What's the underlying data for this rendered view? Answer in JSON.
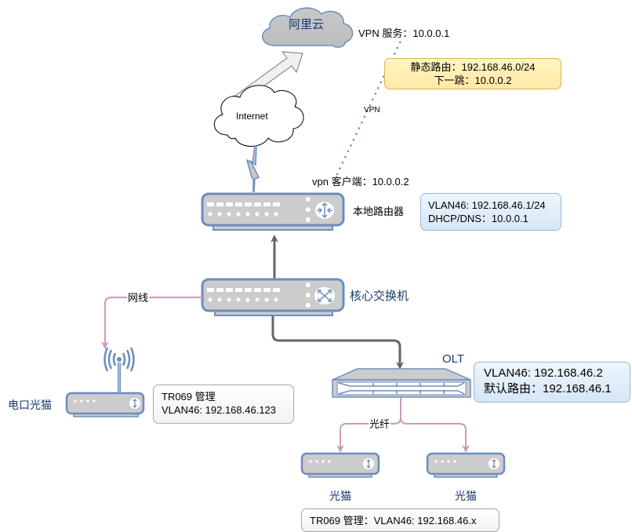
{
  "title": "网络拓扑图",
  "nodes": {
    "aliyun": {
      "label": "阿里云",
      "note": "VPN 服务：10.0.0.1"
    },
    "internet": {
      "label": "Internet"
    },
    "local_router": {
      "label": "本地路由器",
      "vpn_client": "vpn 客户端：10.0.0.2"
    },
    "core_switch": {
      "label": "核心交换机"
    },
    "olt": {
      "label": "OLT"
    },
    "ethernet_modem": {
      "label": "电口光猫"
    },
    "onu_left": {
      "label": "光猫"
    },
    "onu_right": {
      "label": "光猫"
    }
  },
  "notes": {
    "static_route": {
      "line1": "静态路由：192.168.46.0/24",
      "line2": "下一跳：10.0.0.2"
    },
    "router_info": {
      "line1": "VLAN46: 192.168.46.1/24",
      "line2": "DHCP/DNS：10.0.0.1"
    },
    "olt_info": {
      "line1": "VLAN46: 192.168.46.2",
      "line2": "默认路由：192.168.46.1"
    },
    "modem_info": {
      "line1": "TR069 管理",
      "line2": "VLAN46: 192.168.46.123"
    },
    "onu_info": {
      "line1": "TR069 管理：VLAN46: 192.168.46.x"
    }
  },
  "edges": {
    "vpn": "VPN",
    "ethernet_cable": "网线",
    "fiber": "光纤"
  },
  "colors": {
    "device_fill": "#cccccc",
    "device_stroke": "#6c8ebf",
    "pink_link": "#cc99bb",
    "gray_link": "#666666",
    "vpn_dots": "#6c8ebf",
    "label_blue": "#1a3a6b"
  }
}
